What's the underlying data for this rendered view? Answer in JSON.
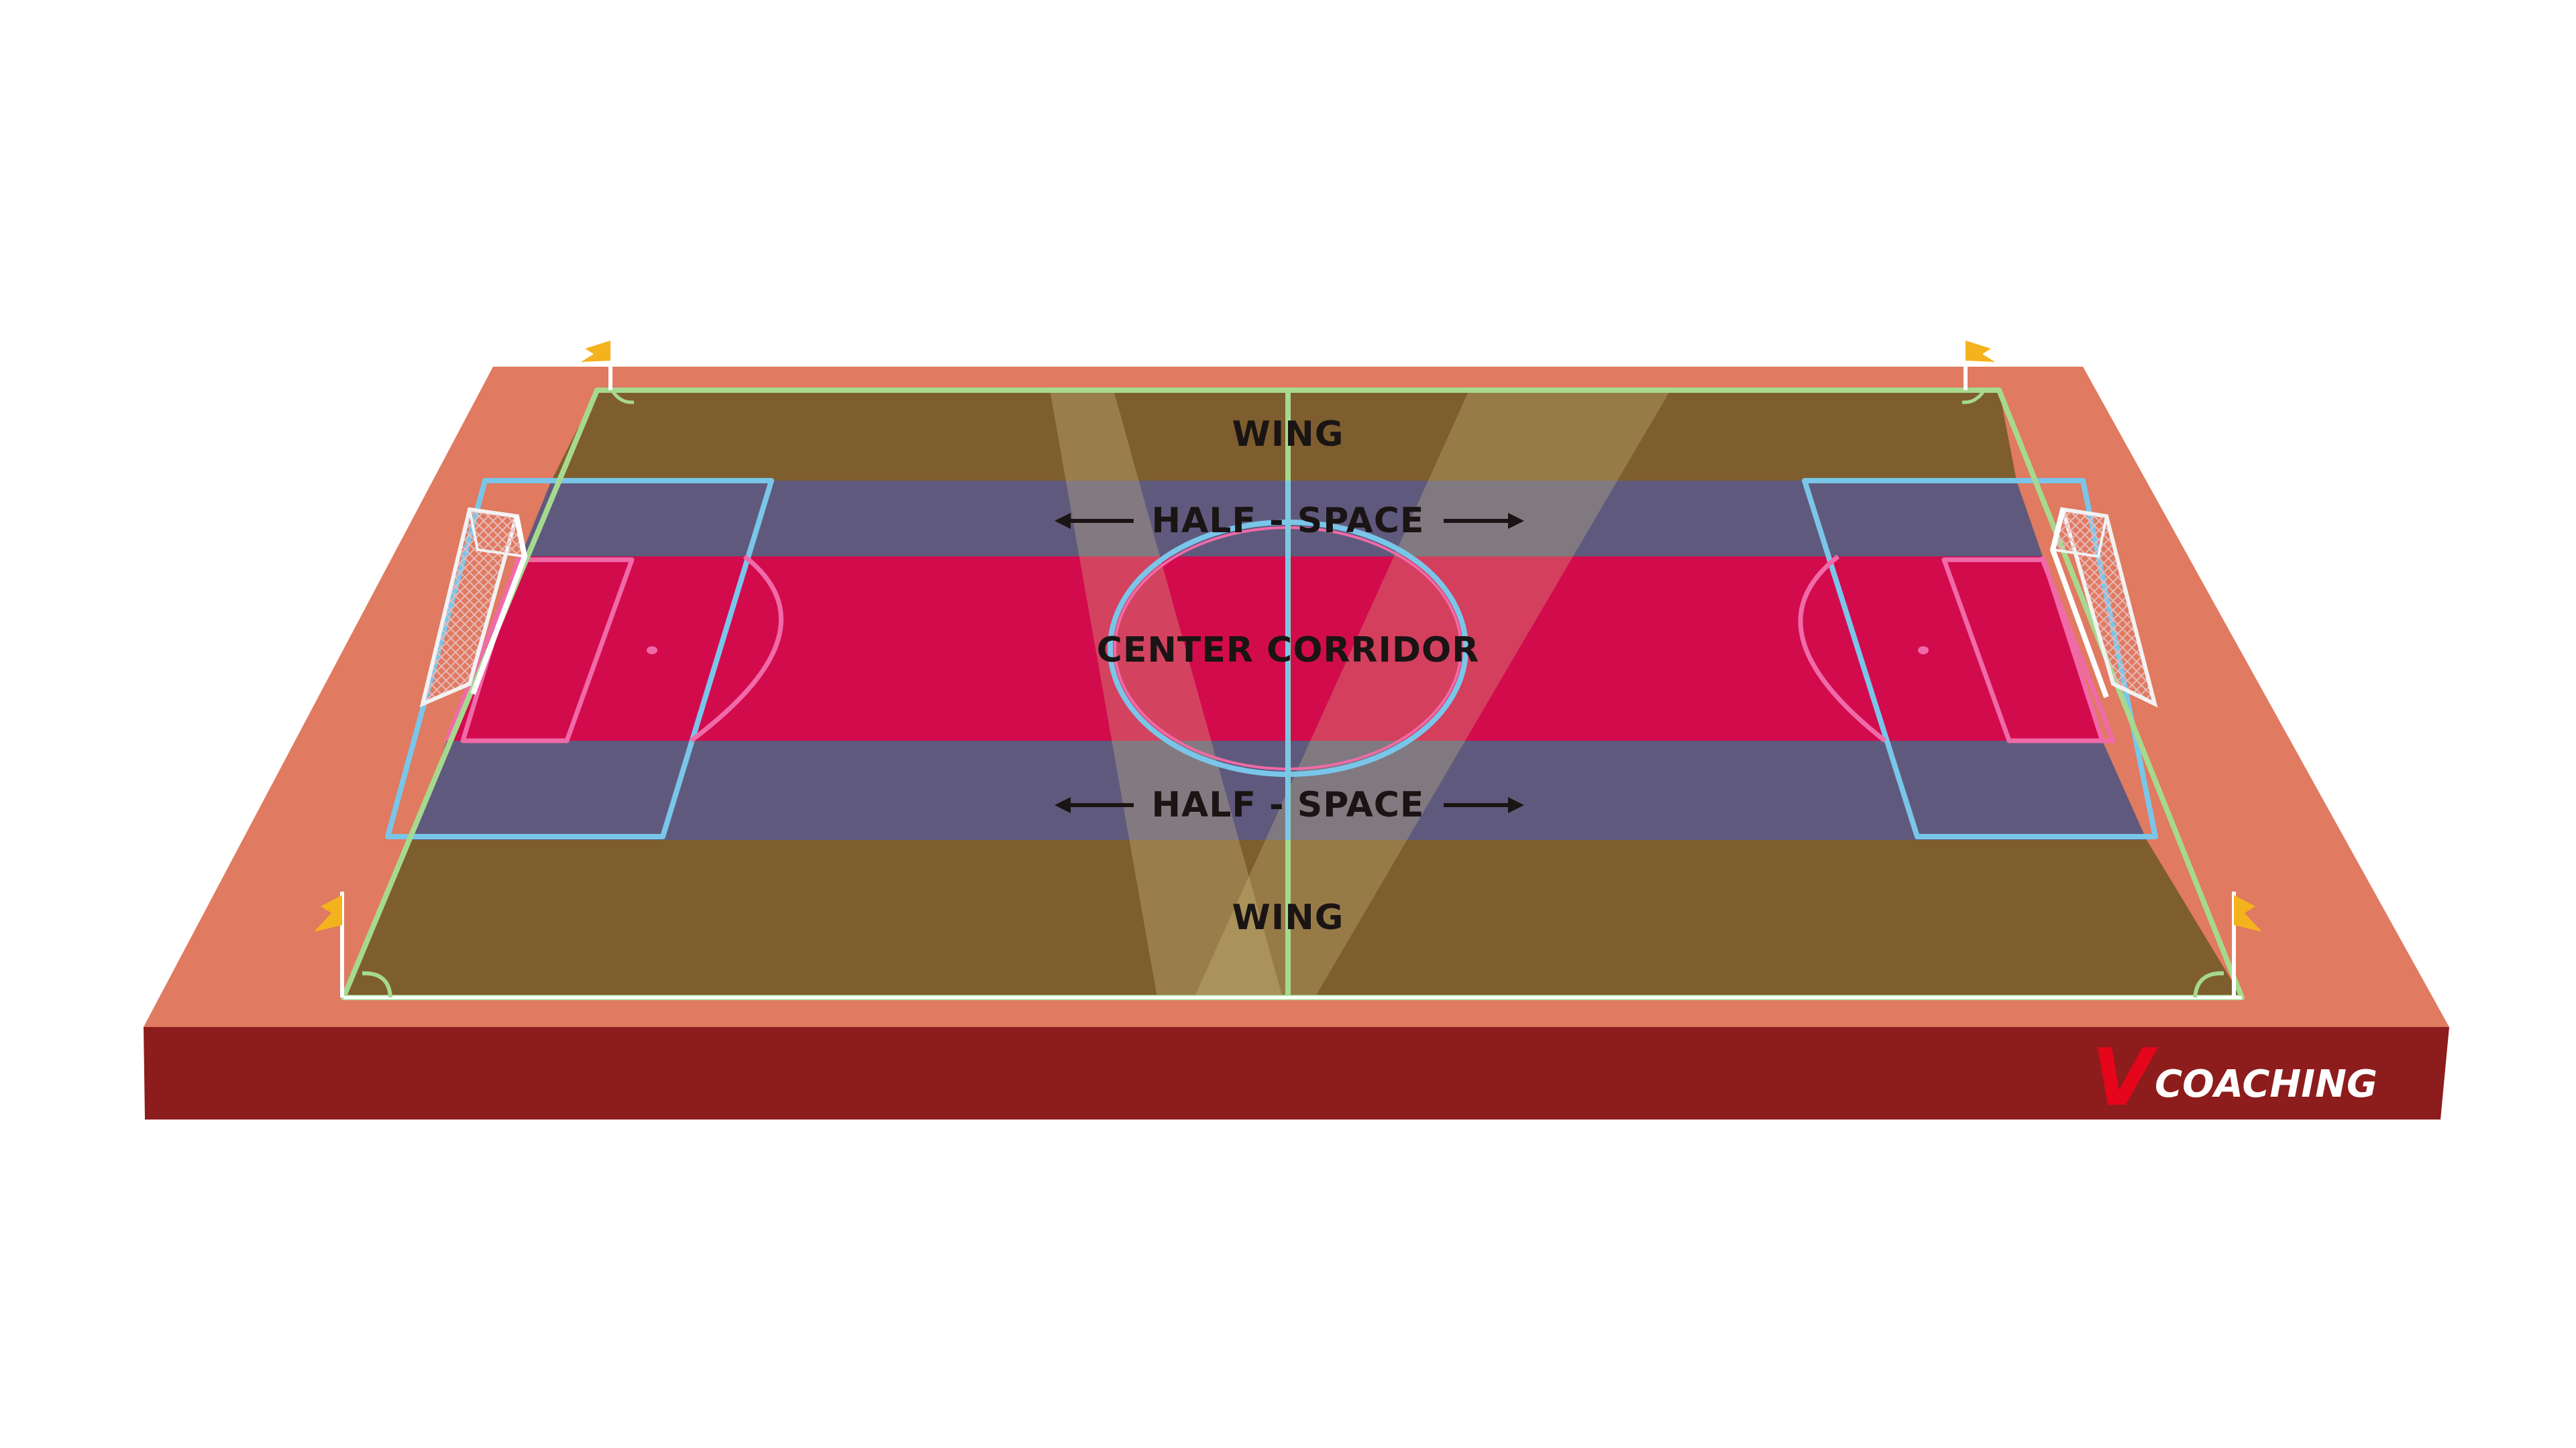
{
  "diagram": {
    "zones": {
      "wing_top": "WING",
      "half_space_top": "HALF - SPACE",
      "center": "CENTER CORRIDOR",
      "half_space_bottom": "HALF - SPACE",
      "wing_bottom": "WING"
    },
    "brand": {
      "mark": "V",
      "name": "COACHING"
    },
    "colors": {
      "track": "#e07a60",
      "track_side": "#8d1c1c",
      "wing": "#7e5e2e",
      "half_space": "#5f5a7d",
      "center_corridor": "#d20b4d",
      "pitch_outline": "#a6d98f",
      "zone_outline": "#79c6ea",
      "box_outline": "#f06aa8",
      "flag": "#f4b21c",
      "brand": "#e5061b",
      "brand_text": "#ffffff"
    },
    "icons": [
      "corner-flag-icon",
      "goal-net-icon",
      "arrow-left-icon",
      "arrow-right-icon"
    ]
  }
}
